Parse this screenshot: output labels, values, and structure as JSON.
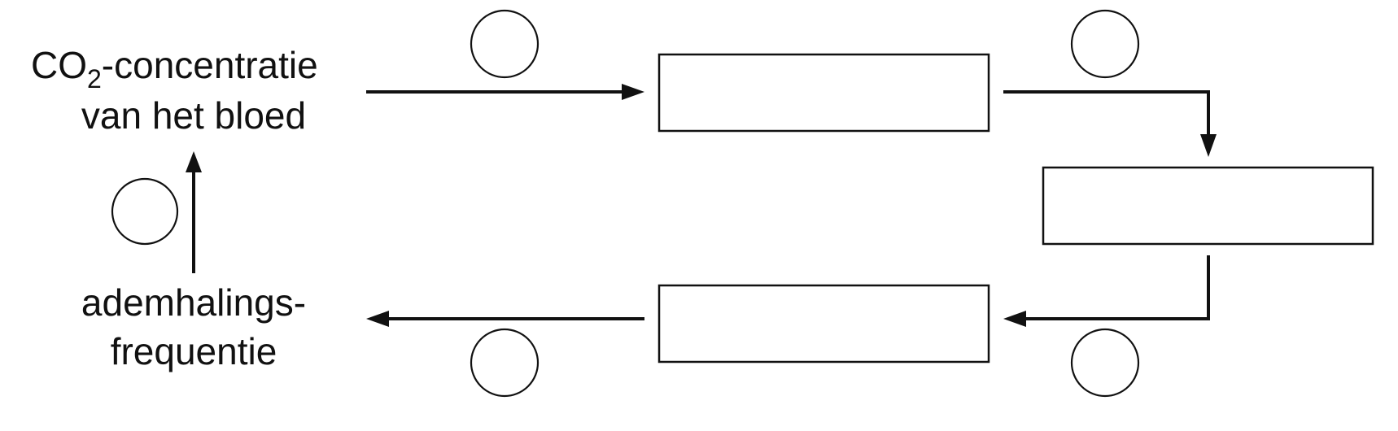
{
  "labels": {
    "co2_prefix": "CO",
    "co2_subscript": "2",
    "co2_suffix": "-concentratie",
    "co2_line2": "van het bloed",
    "resp_line1": "ademhalings-",
    "resp_line2": "frequentie"
  },
  "colors": {
    "ink": "#111111",
    "background": "#ffffff"
  }
}
